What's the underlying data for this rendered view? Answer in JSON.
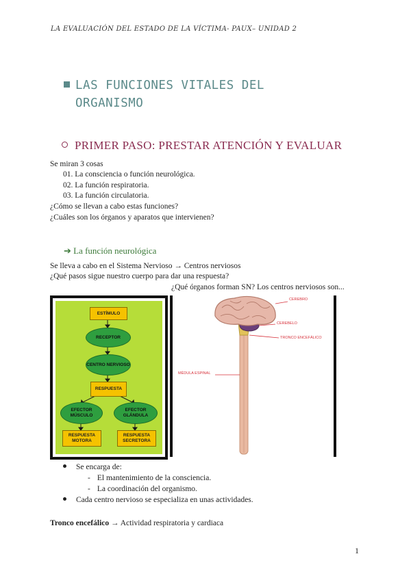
{
  "header": "LA EVALUACIÓN DEL ESTADO DE LA VÍCTIMA- PAUX– UNIDAD 2",
  "title_line1": "LAS FUNCIONES VITALES DEL",
  "title_line2": "ORGANISMO",
  "subtitle": "PRIMER PASO: PRESTAR ATENCIÓN Y EVALUAR",
  "intro": "Se miran 3 cosas",
  "items": [
    "01. La consciencia o función neurológica.",
    "02. La función respiratoria.",
    "03. La función circulatoria."
  ],
  "q1": "¿Cómo se llevan a cabo estas funciones?",
  "q2": "¿Cuáles son los órganos y aparatos que intervienen?",
  "section": "➔ La función neurológica",
  "p1": "Se lleva a cabo en el Sistema Nervioso → Centros nerviosos",
  "p2": "¿Qué pasos sigue nuestro cuerpo para dar una respuesta?",
  "p3": "¿Qué órganos forman SN? Los centros nerviosos son...",
  "flow": {
    "estimulo": "ESTÍMULO",
    "receptor": "RECEPTOR",
    "centro": "CENTRO NERVIOSO",
    "respuesta": "RESPUESTA",
    "efector_musculo": "EFECTOR MÚSCULO",
    "efector_glandula": "EFECTOR GLÁNDULA",
    "resp_motora": "RESPUESTA MOTORA",
    "resp_secretora": "RESPUESTA SECRETORA"
  },
  "ns_labels": {
    "cerebro": "CEREBRO",
    "cerebelo": "CEREBELO",
    "tronco": "TRONCO ENCEFÁLICO",
    "medula": "MÉDULA ESPINAL"
  },
  "bullet1": "Se encarga de:",
  "sub1": "El mantenimiento de la consciencia.",
  "sub2": "La coordinación del organismo.",
  "bullet2": "Cada centro nervioso se especializa en unas actividades.",
  "tronco_bold": "Tronco encefálico",
  "tronco_rest": " → Actividad respiratoria y cardiaca",
  "page": "1",
  "colors": {
    "title": "#5b8a8a",
    "subtitle": "#8a2b4f",
    "section": "#3d7a3a",
    "flow_bg": "#b6dd39",
    "box": "#f5c200",
    "ellipse": "#2e9e3f",
    "label_red": "#d6303a"
  }
}
